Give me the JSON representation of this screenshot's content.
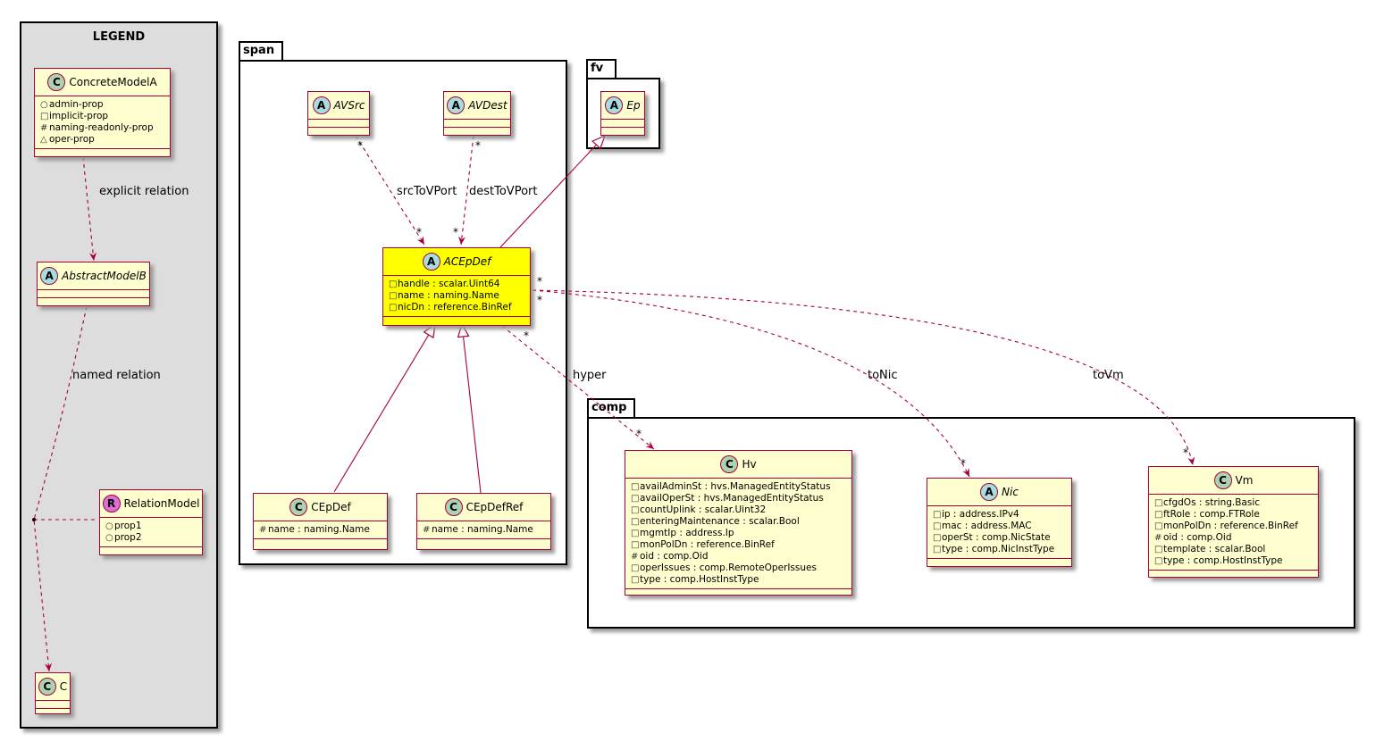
{
  "legend": {
    "title": "LEGEND",
    "concrete": {
      "stereotype": "C",
      "name": "ConcreteModelA",
      "attrs": [
        {
          "vis": "○",
          "text": "admin-prop"
        },
        {
          "vis": "□",
          "text": "implicit-prop"
        },
        {
          "vis": "#",
          "text": "naming-readonly-prop"
        },
        {
          "vis": "△",
          "text": "oper-prop"
        }
      ]
    },
    "abstract": {
      "stereotype": "A",
      "name": "AbstractModelB"
    },
    "relation": {
      "stereotype": "R",
      "name": "RelationModel",
      "attrs": [
        {
          "vis": "○",
          "text": "prop1"
        },
        {
          "vis": "○",
          "text": "prop2"
        }
      ]
    },
    "c": {
      "stereotype": "C",
      "name": "C"
    },
    "explicit_label": "explicit relation",
    "named_label": "named relation"
  },
  "packages": {
    "span": "span",
    "fv": "fv",
    "comp": "comp"
  },
  "classes": {
    "avsrc": {
      "stereotype": "A",
      "name": "AVSrc"
    },
    "avdest": {
      "stereotype": "A",
      "name": "AVDest"
    },
    "ep": {
      "stereotype": "A",
      "name": "Ep"
    },
    "acepdef": {
      "stereotype": "A",
      "name": "ACEpDef",
      "attrs": [
        {
          "vis": "□",
          "text": "handle : scalar.Uint64"
        },
        {
          "vis": "□",
          "text": "name : naming.Name"
        },
        {
          "vis": "□",
          "text": "nicDn : reference.BinRef"
        }
      ]
    },
    "cepdef": {
      "stereotype": "C",
      "name": "CEpDef",
      "attrs": [
        {
          "vis": "#",
          "text": "name : naming.Name"
        }
      ]
    },
    "cepdefref": {
      "stereotype": "C",
      "name": "CEpDefRef",
      "attrs": [
        {
          "vis": "#",
          "text": "name : naming.Name"
        }
      ]
    },
    "hv": {
      "stereotype": "C",
      "name": "Hv",
      "attrs": [
        {
          "vis": "□",
          "text": "availAdminSt : hvs.ManagedEntityStatus"
        },
        {
          "vis": "□",
          "text": "availOperSt : hvs.ManagedEntityStatus"
        },
        {
          "vis": "□",
          "text": "countUplink : scalar.Uint32"
        },
        {
          "vis": "□",
          "text": "enteringMaintenance : scalar.Bool"
        },
        {
          "vis": "□",
          "text": "mgmtIp : address.Ip"
        },
        {
          "vis": "□",
          "text": "monPolDn : reference.BinRef"
        },
        {
          "vis": "#",
          "text": "oid : comp.Oid"
        },
        {
          "vis": "□",
          "text": "operIssues : comp.RemoteOperIssues"
        },
        {
          "vis": "□",
          "text": "type : comp.HostInstType"
        }
      ]
    },
    "nic": {
      "stereotype": "A",
      "name": "Nic",
      "attrs": [
        {
          "vis": "□",
          "text": "ip : address.IPv4"
        },
        {
          "vis": "□",
          "text": "mac : address.MAC"
        },
        {
          "vis": "□",
          "text": "operSt : comp.NicState"
        },
        {
          "vis": "□",
          "text": "type : comp.NicInstType"
        }
      ]
    },
    "vm": {
      "stereotype": "C",
      "name": "Vm",
      "attrs": [
        {
          "vis": "□",
          "text": "cfgdOs : string.Basic"
        },
        {
          "vis": "□",
          "text": "ftRole : comp.FTRole"
        },
        {
          "vis": "□",
          "text": "monPolDn : reference.BinRef"
        },
        {
          "vis": "#",
          "text": "oid : comp.Oid"
        },
        {
          "vis": "□",
          "text": "template : scalar.Bool"
        },
        {
          "vis": "□",
          "text": "type : comp.HostInstType"
        }
      ]
    }
  },
  "relations": {
    "src_label": "srcToVPort",
    "dest_label": "destToVPort",
    "hyper_label": "hyper",
    "tonic_label": "toNic",
    "tovm_label": "toVm",
    "many": "*"
  },
  "colors": {
    "border": "#a80036",
    "class_fill": "#fefece",
    "highlight": "#ffff00",
    "legend_bg": "#dddddd"
  }
}
